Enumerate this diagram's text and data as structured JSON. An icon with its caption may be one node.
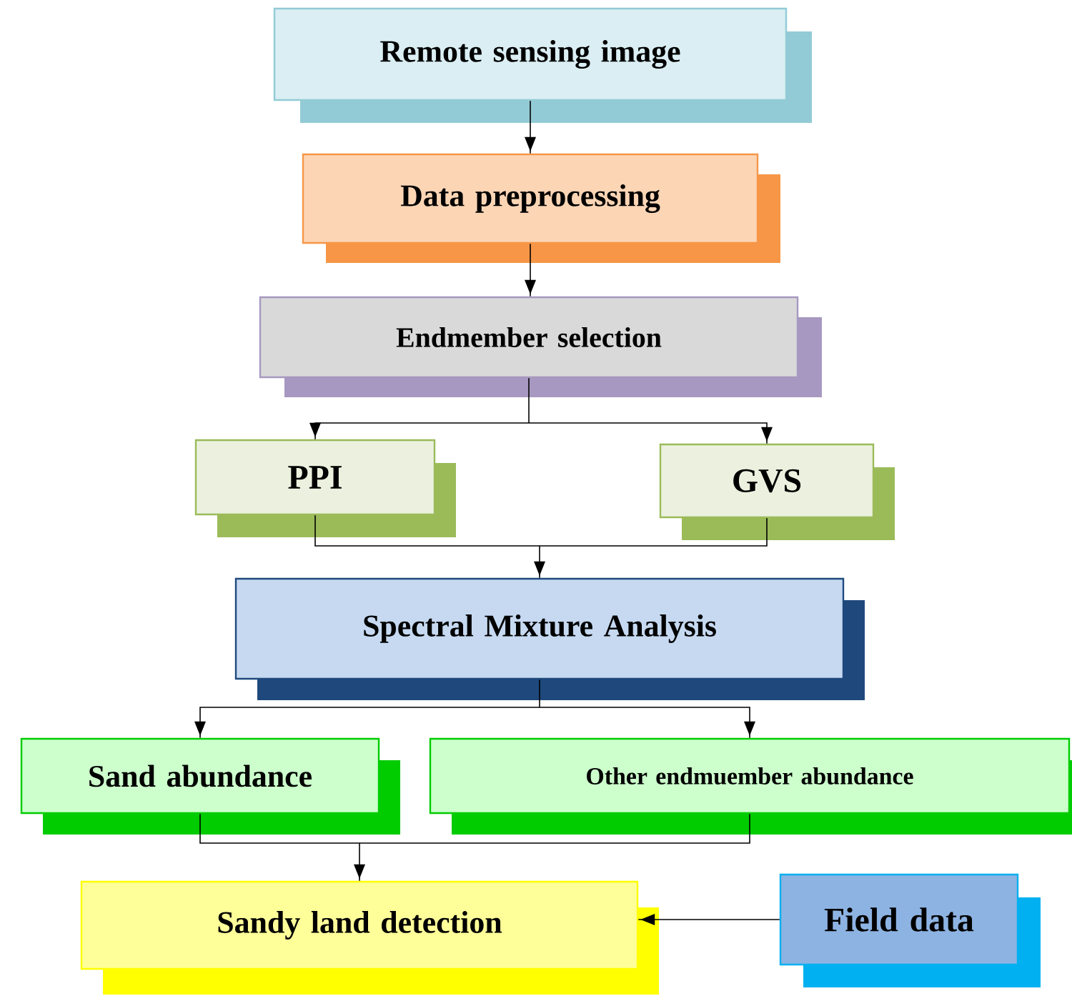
{
  "diagram": {
    "nodes": [
      {
        "text": [
          "Remote sensing image"
        ]
      },
      {
        "text": [
          "Data preprocessing"
        ]
      },
      {
        "text": [
          "Endmember selection"
        ]
      },
      {
        "text": [
          "PPI"
        ]
      },
      {
        "text": [
          "GVS"
        ]
      },
      {
        "text": [
          "Spectral Mixture Analysis"
        ]
      },
      {
        "text": [
          "Sand abundance"
        ]
      },
      {
        "text": [
          "Other endmuember abundance"
        ]
      },
      {
        "text": [
          "Sandy land detection"
        ]
      },
      {
        "text": [
          "Field data"
        ]
      }
    ],
    "edges": [
      {
        "from": 0,
        "to": 1,
        "arrow": "to"
      },
      {
        "from": 1,
        "to": 2,
        "arrow": "to"
      },
      {
        "from": 2,
        "to": 3,
        "arrow": "to"
      },
      {
        "from": 2,
        "to": 4,
        "arrow": "to"
      },
      {
        "from": 3,
        "to": 5,
        "arrow": "to"
      },
      {
        "from": 4,
        "to": 5,
        "arrow": "to"
      },
      {
        "from": 5,
        "to": 6,
        "arrow": "to"
      },
      {
        "from": 5,
        "to": 7,
        "arrow": "to"
      },
      {
        "from": 6,
        "to": 8,
        "arrow": "to"
      },
      {
        "from": 7,
        "to": 8,
        "arrow": "to"
      },
      {
        "from": 9,
        "to": 8,
        "arrow": "to"
      }
    ]
  }
}
